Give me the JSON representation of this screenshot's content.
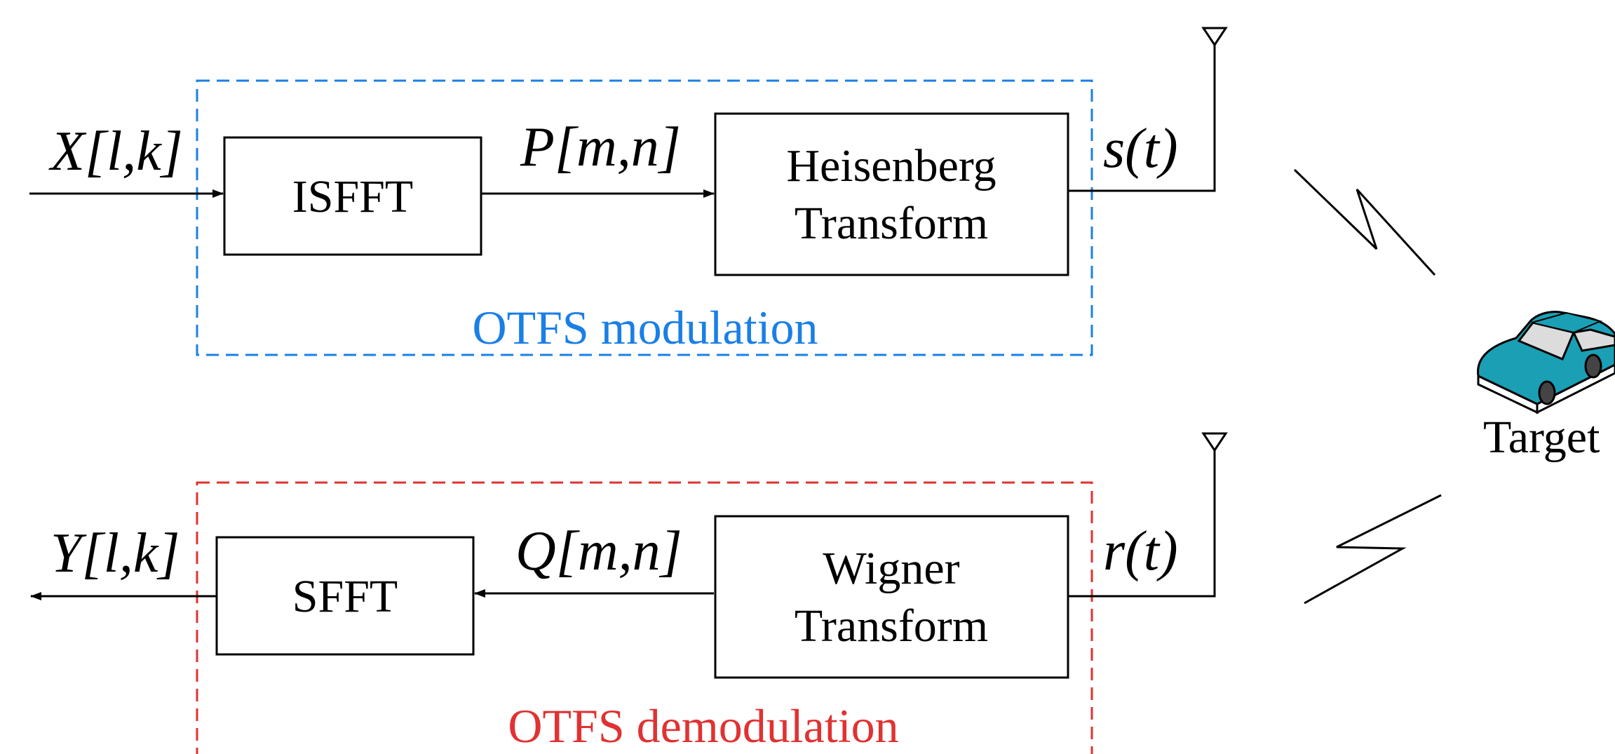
{
  "modulation": {
    "input_label": "X[l,k]",
    "isfft_label": "ISFFT",
    "mid_label": "P[m,n]",
    "heisenberg_line1": "Heisenberg",
    "heisenberg_line2": "Transform",
    "output_label": "s(t)",
    "caption": "OTFS modulation",
    "color": "#1a7fe6"
  },
  "demodulation": {
    "output_label": "Y[l,k]",
    "sfft_label": "SFFT",
    "mid_label": "Q[m,n]",
    "wigner_line1": "Wigner",
    "wigner_line2": "Transform",
    "input_label": "r(t)",
    "caption": "OTFS demodulation",
    "color": "#e03232"
  },
  "target": {
    "label": "Target",
    "car_color": "#1b9fb5"
  }
}
